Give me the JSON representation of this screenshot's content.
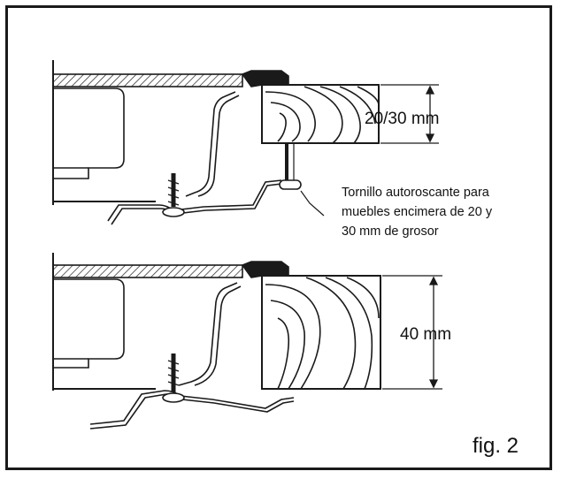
{
  "top_detail": {
    "thickness_label": "20/30 mm"
  },
  "screw_note": {
    "lines": [
      "Tornillo autoroscante para",
      "muebles encimera de 20 y",
      "30 mm de grosor"
    ]
  },
  "bottom_detail": {
    "thickness_label": "40 mm"
  },
  "figure_label": "fig. 2",
  "colors": {
    "ink": "#1a1a1a",
    "paper": "#ffffff"
  }
}
